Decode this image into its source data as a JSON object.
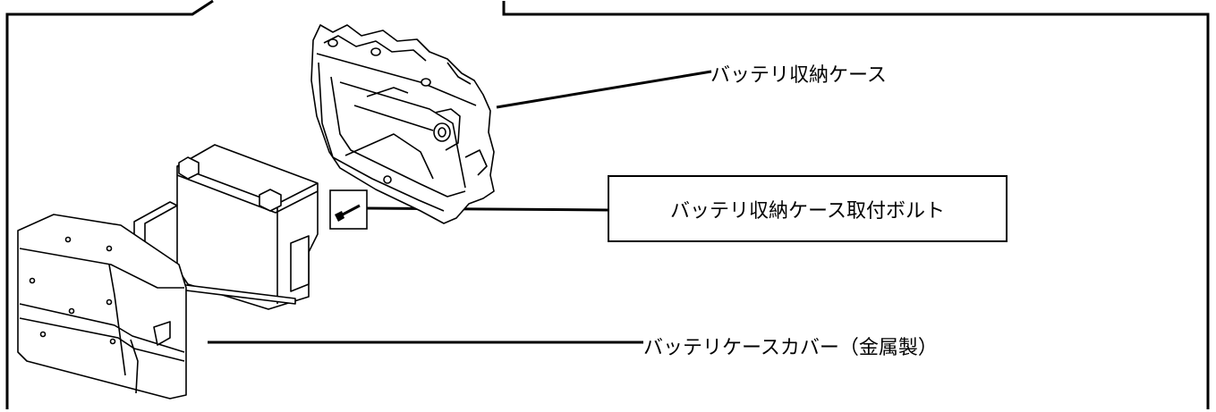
{
  "diagram": {
    "labels": {
      "case": "バッテリ収納ケース",
      "bolt": "バッテリ収納ケース取付ボルト",
      "cover": "バッテリケースカバー（金属製）"
    },
    "line_color": "#000000",
    "background": "#ffffff"
  }
}
